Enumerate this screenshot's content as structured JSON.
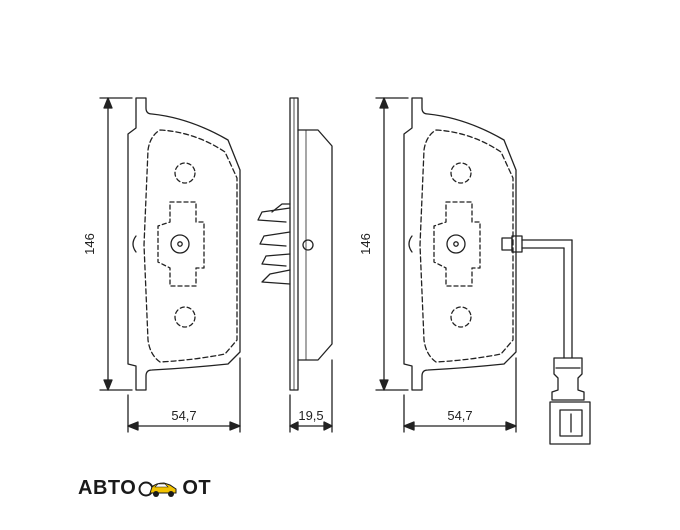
{
  "drawing": {
    "dimensions": {
      "left_height": "146",
      "left_width": "54,7",
      "side_thickness": "19,5",
      "right_height": "146",
      "right_width": "54,7"
    },
    "colors": {
      "line": "#222222",
      "background": "#ffffff"
    }
  },
  "watermark": {
    "text_before": "ABTO",
    "text_after": "OT",
    "icon": "car-icon",
    "colors": {
      "text": "#1a1a1a",
      "car": "#f2c200"
    }
  }
}
